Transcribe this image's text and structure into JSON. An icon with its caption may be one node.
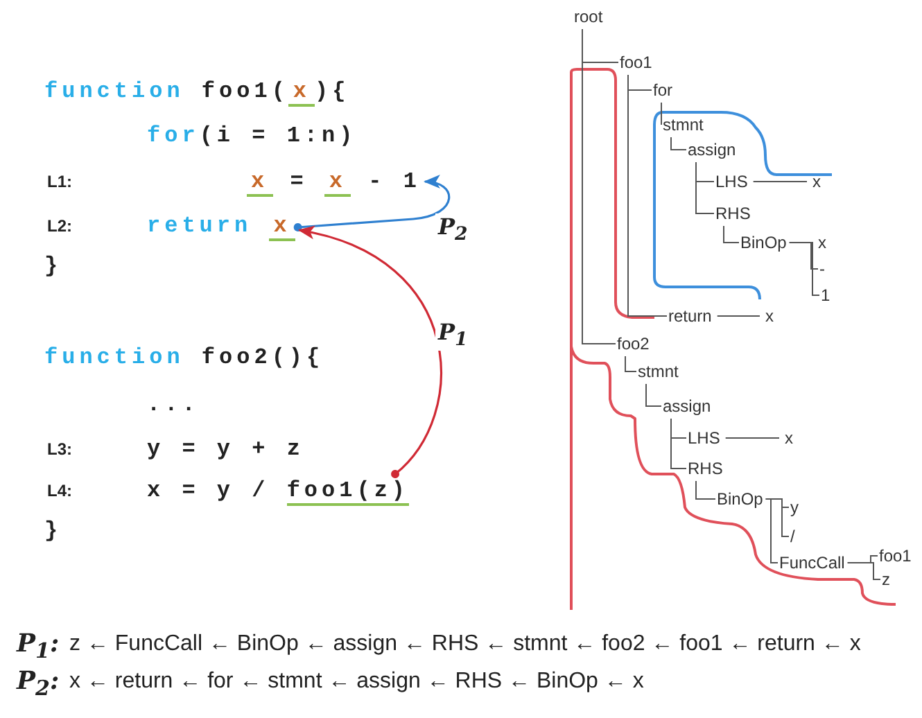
{
  "diagram": {
    "nodes": [
      {
        "text": [
          "x = x - 1"
        ]
      },
      {
        "text": [
          "return x"
        ]
      },
      {
        "text": [
          "x = y / foo1(z)"
        ]
      },
      {
        "text": [
          "root"
        ]
      },
      {
        "text": [
          "foo1"
        ]
      },
      {
        "text": [
          "for"
        ]
      },
      {
        "text": [
          "stmnt"
        ]
      },
      {
        "text": [
          "assign"
        ]
      },
      {
        "text": [
          "LHS"
        ]
      },
      {
        "text": [
          "x"
        ]
      },
      {
        "text": [
          "RHS"
        ]
      },
      {
        "text": [
          "BinOp"
        ]
      },
      {
        "text": [
          "x"
        ]
      },
      {
        "text": [
          "-"
        ]
      },
      {
        "text": [
          "1"
        ]
      },
      {
        "text": [
          "return"
        ]
      },
      {
        "text": [
          "x"
        ]
      },
      {
        "text": [
          "foo2"
        ]
      },
      {
        "text": [
          "stmnt"
        ]
      },
      {
        "text": [
          "assign"
        ]
      },
      {
        "text": [
          "LHS"
        ]
      },
      {
        "text": [
          "x"
        ]
      },
      {
        "text": [
          "RHS"
        ]
      },
      {
        "text": [
          "BinOp"
        ]
      },
      {
        "text": [
          "y"
        ]
      },
      {
        "text": [
          "/"
        ]
      },
      {
        "text": [
          "FuncCall"
        ]
      },
      {
        "text": [
          "foo1"
        ]
      },
      {
        "text": [
          "z"
        ]
      }
    ],
    "edges": [
      {
        "from": 1,
        "to": 0,
        "arrow": "to",
        "label": "P$_{2}$",
        "color": "#2f80d0"
      },
      {
        "from": 2,
        "to": 1,
        "arrow": "to",
        "label": "P$_{1}$",
        "color": "#d02a35"
      },
      {
        "from": 3,
        "to": 4,
        "arrow": "none"
      },
      {
        "from": 4,
        "to": 5,
        "arrow": "none"
      },
      {
        "from": 5,
        "to": 6,
        "arrow": "none"
      },
      {
        "from": 6,
        "to": 7,
        "arrow": "none"
      },
      {
        "from": 7,
        "to": 8,
        "arrow": "none"
      },
      {
        "from": 8,
        "to": 9,
        "arrow": "none"
      },
      {
        "from": 7,
        "to": 10,
        "arrow": "none"
      },
      {
        "from": 10,
        "to": 11,
        "arrow": "none"
      },
      {
        "from": 11,
        "to": 12,
        "arrow": "none"
      },
      {
        "from": 11,
        "to": 13,
        "arrow": "none"
      },
      {
        "from": 11,
        "to": 14,
        "arrow": "none"
      },
      {
        "from": 4,
        "to": 15,
        "arrow": "none"
      },
      {
        "from": 15,
        "to": 16,
        "arrow": "none"
      },
      {
        "from": 3,
        "to": 17,
        "arrow": "none"
      },
      {
        "from": 17,
        "to": 18,
        "arrow": "none"
      },
      {
        "from": 18,
        "to": 19,
        "arrow": "none"
      },
      {
        "from": 19,
        "to": 20,
        "arrow": "none"
      },
      {
        "from": 20,
        "to": 21,
        "arrow": "none"
      },
      {
        "from": 19,
        "to": 22,
        "arrow": "none"
      },
      {
        "from": 22,
        "to": 23,
        "arrow": "none"
      },
      {
        "from": 23,
        "to": 24,
        "arrow": "none"
      },
      {
        "from": 23,
        "to": 25,
        "arrow": "none"
      },
      {
        "from": 23,
        "to": 26,
        "arrow": "none"
      },
      {
        "from": 26,
        "to": 27,
        "arrow": "none"
      },
      {
        "from": 26,
        "to": 28,
        "arrow": "none"
      }
    ],
    "labels": [
      "function foo1(x){",
      "for(i = 1:n)",
      "L1:",
      "L2:",
      "}",
      "function foo2(){",
      "...",
      "L3:",
      "y = y + z",
      "L4:",
      "}",
      "P$_{1}$:",
      "z ← FuncCall ← BinOp ← assign ← RHS ← stmnt ← foo2 ← foo1 ← return ← x",
      "P$_{2}$:",
      "x ← return ← for ← stmnt ← assign ← RHS ← BinOp ← x"
    ]
  }
}
